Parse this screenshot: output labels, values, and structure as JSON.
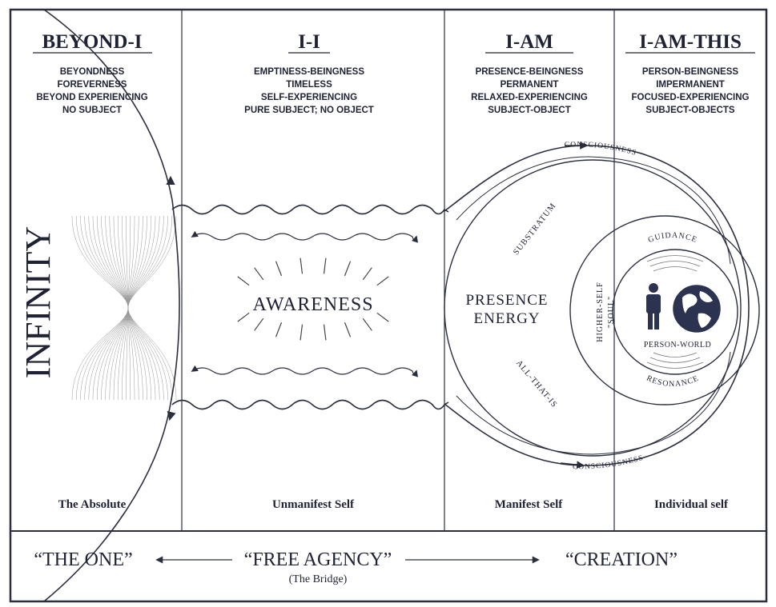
{
  "colors": {
    "ink": "#1f2235",
    "line": "#3a3d4d",
    "frame": "#2b2e3e",
    "globe": "#2c3350"
  },
  "columns": [
    {
      "title": "BEYOND-I",
      "lines": [
        "BEYONDNESS",
        "FOREVERNESS",
        "BEYOND EXPERIENCING",
        "NO SUBJECT"
      ],
      "footer": "The Absolute"
    },
    {
      "title": "I-I",
      "lines": [
        "EMPTINESS-BEINGNESS",
        "TIMELESS",
        "SELF-EXPERIENCING",
        "PURE SUBJECT; NO OBJECT"
      ],
      "footer": "Unmanifest Self"
    },
    {
      "title": "I-AM",
      "lines": [
        "PRESENCE-BEINGNESS",
        "PERMANENT",
        "RELAXED-EXPERIENCING",
        "SUBJECT-OBJECT"
      ],
      "footer": "Manifest Self"
    },
    {
      "title": "I-AM-THIS",
      "lines": [
        "PERSON-BEINGNESS",
        "IMPERMANENT",
        "FOCUSED-EXPERIENCING",
        "SUBJECT-OBJECTS"
      ],
      "footer": "Individual self"
    }
  ],
  "side_label": "INFINITY",
  "center": {
    "awareness": "AWARENESS"
  },
  "presence": {
    "line1": "PRESENCE",
    "line2": "ENERGY",
    "substratum": "SUBSTRATUM",
    "all_that_is": "ALL-THAT-IS"
  },
  "consciousness_top": "CONSCIOUSNESS",
  "consciousness_bottom": "CONSCIOUSNESS",
  "higher_self": "HIGHER-SELF",
  "soul": "\"SOUL\"",
  "guidance": "GUIDANCE",
  "resonance": "RESONANCE",
  "person_world": "PERSON-WORLD",
  "icons": {
    "person": "person-icon",
    "globe": "globe-icon"
  },
  "bottom": {
    "the_one": "“THE ONE”",
    "free_agency": "“FREE AGENCY”",
    "bridge": "(The Bridge)",
    "creation": "“CREATION”"
  }
}
